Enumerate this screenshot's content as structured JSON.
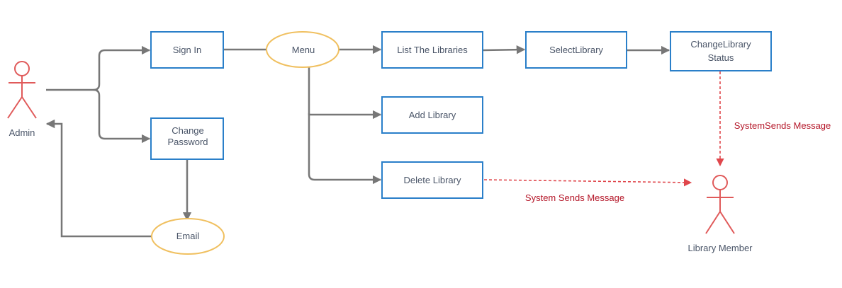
{
  "actors": {
    "admin": {
      "label": "Admin"
    },
    "library_member": {
      "label": "Library Member"
    }
  },
  "nodes": {
    "sign_in": {
      "label": "Sign In"
    },
    "menu": {
      "label": "Menu"
    },
    "list_libraries": {
      "label": "List The Libraries"
    },
    "select_library": {
      "label": "SelectLibrary"
    },
    "change_status": {
      "line1": "ChangeLibrary",
      "line2": "Status"
    },
    "add_library": {
      "label": "Add Library"
    },
    "delete_library": {
      "label": "Delete Library"
    },
    "change_password": {
      "line1": "Change",
      "line2": "Password"
    },
    "email": {
      "label": "Email"
    }
  },
  "messages": {
    "status_msg": "SystemSends Message",
    "delete_msg": "System Sends Message"
  },
  "colors": {
    "box_border": "#2a7fc9",
    "ellipse_border": "#f0c060",
    "connector": "#777777",
    "actor": "#e05a5a",
    "message": "#b5182a"
  }
}
